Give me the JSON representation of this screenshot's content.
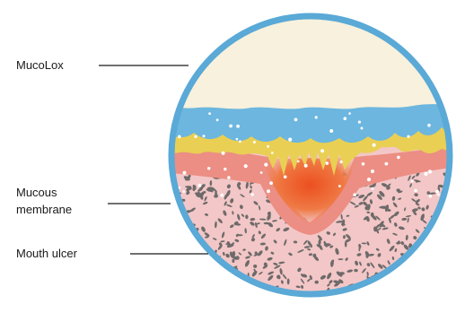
{
  "labels": {
    "mucolox": "MucoLox",
    "mucous_line1": "Mucous",
    "mucous_line2": "membrane",
    "ulcer": "Mouth ulcer"
  },
  "colors": {
    "border": "#5aa9d6",
    "mucolox_layer": "#f8f1dd",
    "saliva_layer": "#6cb6df",
    "yellow_layer": "#e9cf54",
    "mucosa_top": "#ec8e83",
    "tissue": "#f3c7c7",
    "ulcer_core": "#ec5a2a",
    "speckle": "#6f6a6a",
    "leader_line": "#1a1a1a"
  }
}
